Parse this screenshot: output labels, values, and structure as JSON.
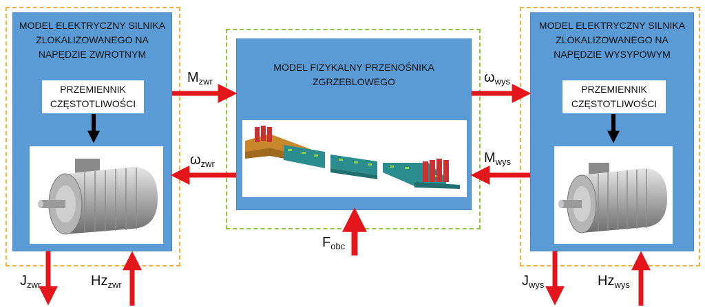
{
  "blocks": {
    "left_motor": {
      "title_lines": [
        "MODEL ELEKTRYCZNY SILNIKA",
        "ZLOKALIZOWANEGO NA",
        "NAPĘDZIE ZWROTNYM"
      ],
      "converter_lines": [
        "PRZEMIENNIK",
        "CZĘSTOTLIWOŚCI"
      ],
      "image_icon": "electric-motor-icon"
    },
    "conveyor": {
      "title_lines": [
        "MODEL FIZYKALNY PRZENOŚNIKA",
        "ZGRZEBLOWEGO"
      ],
      "image_icon": "scraper-conveyor-icon"
    },
    "right_motor": {
      "title_lines": [
        "MODEL ELEKTRYCZNY SILNIKA",
        "ZLOKALIZOWANEGO NA",
        "NAPĘDZIE WYSYPOWYM"
      ],
      "converter_lines": [
        "PRZEMIENNIK",
        "CZĘSTOTLIWOŚCI"
      ],
      "image_icon": "electric-motor-icon"
    }
  },
  "signals": {
    "m_zwr": {
      "main": "M",
      "sub": "zwr"
    },
    "omega_zwr": {
      "main": "ω",
      "sub": "zwr"
    },
    "omega_wys": {
      "main": "ω",
      "sub": "wys"
    },
    "m_wys": {
      "main": "M",
      "sub": "wys"
    },
    "f_obc": {
      "main": "F",
      "sub": "obc"
    },
    "j_zwr": {
      "main": "J",
      "sub": "zwr"
    },
    "hz_zwr": {
      "main": "Hz",
      "sub": "zwr"
    },
    "j_wys": {
      "main": "J",
      "sub": "wys"
    },
    "hz_wys": {
      "main": "Hz",
      "sub": "wys"
    }
  },
  "colors": {
    "block_fill": "#5b9bd5",
    "arrow": "#e3161b",
    "orange_dash": "#f2b13a",
    "green_dash": "#8cc63f"
  }
}
